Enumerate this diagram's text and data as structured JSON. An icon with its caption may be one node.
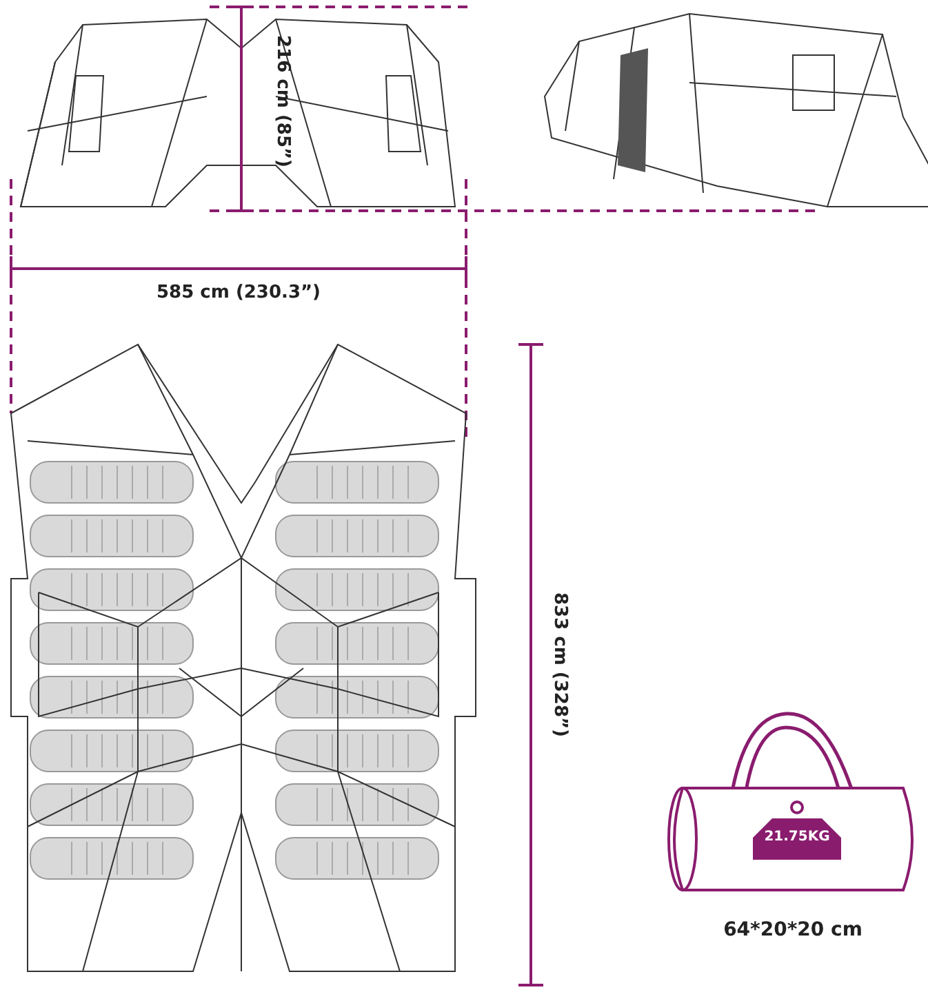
{
  "diagram": {
    "labels": [
      "216 cm (85”)",
      "585 cm (230.3”)",
      "833 cm (328”)",
      "21.75KG",
      "64*20*20 cm"
    ]
  }
}
